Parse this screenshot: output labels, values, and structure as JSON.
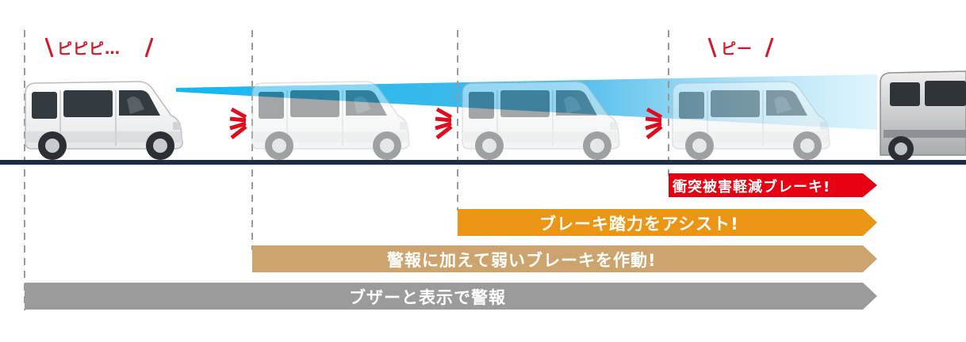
{
  "alerts": {
    "beep_repeated": "ピピピ…",
    "beep_long": "ピー"
  },
  "stages": {
    "collision_brake": "衝突被害軽減ブレーキ!",
    "brake_assist": "ブレーキ踏力をアシスト!",
    "weak_brake": "警報に加えて弱いブレーキを作動!",
    "buzzer_display": "ブザーと表示で警報"
  },
  "colors": {
    "collision_brake": "#e60012",
    "brake_assist": "#eb9515",
    "weak_brake": "#cda46e",
    "buzzer_display": "#9b9b9b",
    "alert_text": "#d11a2a",
    "road": "#1d2b45",
    "sensor_beam": "#12b8f0"
  }
}
